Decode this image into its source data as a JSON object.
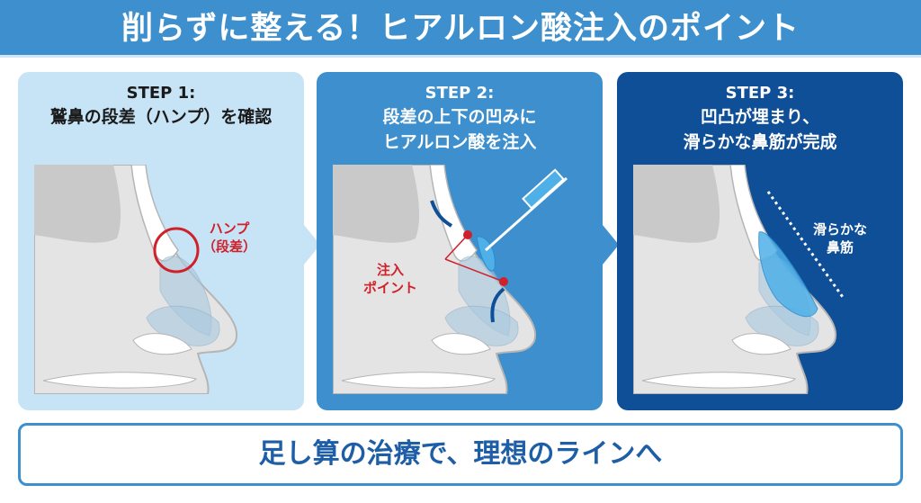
{
  "title": "削らずに整える！ヒアルロン酸注入のポイント",
  "steps": [
    {
      "step": "STEP 1:",
      "caption": [
        "鷲鼻の段差（ハンプ）を確認"
      ],
      "labels": [
        "ハンプ",
        "（段差）"
      ]
    },
    {
      "step": "STEP 2:",
      "caption": [
        "段差の上下の凹みに",
        "ヒアルロン酸を注入"
      ],
      "labels": [
        "注入",
        "ポイント"
      ]
    },
    {
      "step": "STEP 3:",
      "caption": [
        "凹凸が埋まり、",
        "滑らかな鼻筋が完成"
      ],
      "labels": [
        "滑らかな",
        "鼻筋"
      ]
    }
  ],
  "footer": "足し算の治療で、理想のラインへ",
  "colors": {
    "header": "#3d90cd",
    "step1": "#c7e4f6",
    "step2": "#3d8fcd",
    "step3": "#0f4f97",
    "accent": "#d0202a"
  }
}
